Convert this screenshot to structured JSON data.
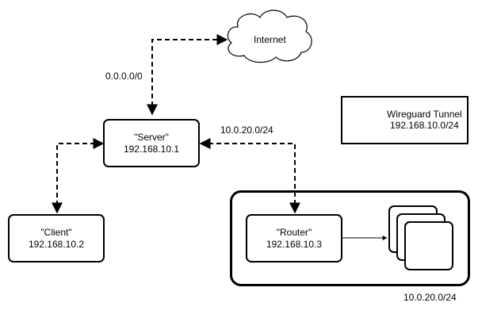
{
  "internet": {
    "label": "Internet"
  },
  "server": {
    "name": "\"Server\"",
    "ip": "192.168.10.1"
  },
  "client": {
    "name": "\"Client\"",
    "ip": "192.168.10.2"
  },
  "router": {
    "name": "\"Router\"",
    "ip": "192.168.10.3"
  },
  "labels": {
    "internet_route": "0.0.0.0/0",
    "router_route": "10.0.20.0/24",
    "lan_subnet": "10.0.20.0/24"
  },
  "legend": {
    "title": "Wireguard Tunnel",
    "subnet": "192.168.10.0/24"
  }
}
